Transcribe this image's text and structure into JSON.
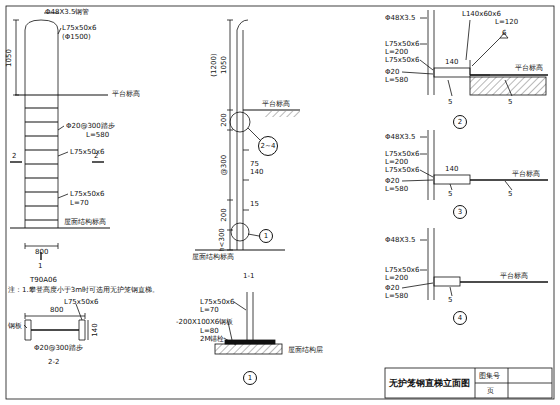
{
  "diagram": {
    "title": "无护笼钢直梯立面图",
    "nodes": [
      {
        "text": [
          "2~4"
        ]
      },
      {
        "text": [
          "1"
        ]
      },
      {
        "text": [
          "2"
        ]
      },
      {
        "text": [
          "3"
        ]
      },
      {
        "text": [
          "4"
        ]
      },
      {
        "text": [
          "1"
        ]
      }
    ],
    "labels": [
      "Φ48X3.5钢管",
      "L75x50x6",
      "(Φ1500)",
      "1050",
      "平台标高",
      "Φ20@300踏步",
      "L=580",
      "L75x50x6",
      "L75x50x6",
      "L=70",
      "屋面结构标高",
      "2",
      "2",
      "1",
      "800",
      "T90A06",
      "注：1.攀登高度小于3m时可选用无护笼钢直梯。",
      "800",
      "L75x50x6",
      "钢板",
      "Φ20@300踏步",
      "140",
      "2-2",
      "1050",
      "(1200)",
      "200",
      "75",
      "140",
      "@300",
      "15",
      "200",
      "h<300",
      "平台标高",
      "屋面结构标高",
      "1-1",
      "Φ48X3.5",
      "L140x60x6",
      "L=120",
      "L75x50x6",
      "L=200",
      "L75x50x6",
      "140",
      "Φ20",
      "L=580",
      "平台标高",
      "6",
      "5",
      "5",
      "Φ48X3.5",
      "L75x50x6",
      "L=200",
      "L75x50x6",
      "Φ20",
      "L=580",
      "140",
      "平台标高",
      "5",
      "5",
      "Φ48X3.5",
      "L75x50x6",
      "L=200",
      "Φ20",
      "L=580",
      "平台标高",
      "5",
      "L75x50x6",
      "L=70",
      "-200X100X6钢板",
      "L=80",
      "2M锚栓",
      "屋面结构层",
      "图集号",
      "页"
    ]
  }
}
